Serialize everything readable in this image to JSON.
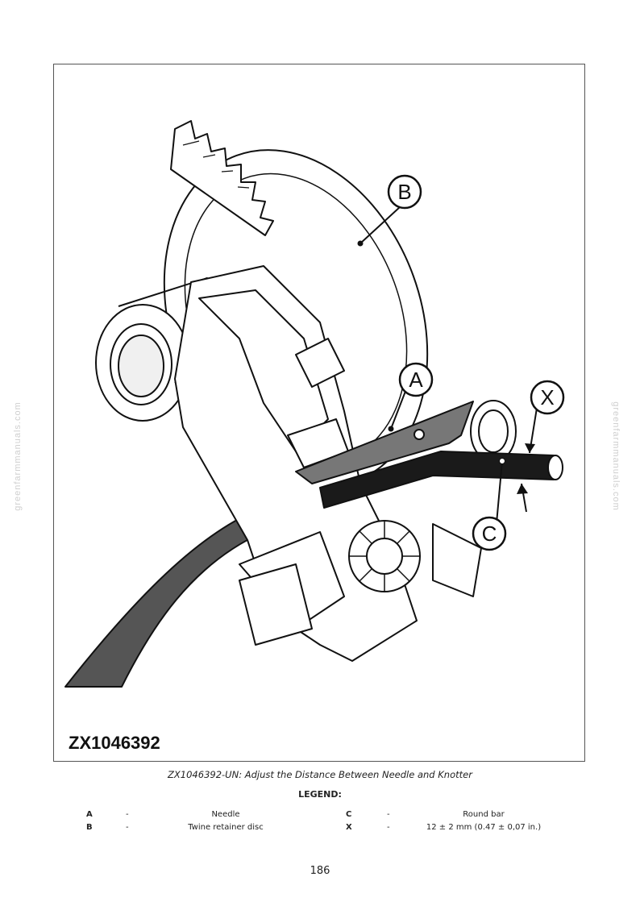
{
  "figure": {
    "id_label": "ZX1046392",
    "callouts": {
      "a": "A",
      "b": "B",
      "c": "C",
      "x": "X"
    }
  },
  "caption": "ZX1046392-UN: Adjust the Distance Between Needle and Knotter",
  "legend": {
    "title": "LEGEND:",
    "rows": [
      {
        "left": {
          "key": "A",
          "dash": "-",
          "desc": "Needle"
        },
        "right": {
          "key": "C",
          "dash": "-",
          "desc": "Round bar"
        }
      },
      {
        "left": {
          "key": "B",
          "dash": "-",
          "desc": "Twine retainer disc"
        },
        "right": {
          "key": "X",
          "dash": "-",
          "desc": "12 ± 2 mm (0.47 ± 0,07 in.)"
        }
      }
    ]
  },
  "watermark": "greenfarmmanuals.com",
  "page_number": "186"
}
